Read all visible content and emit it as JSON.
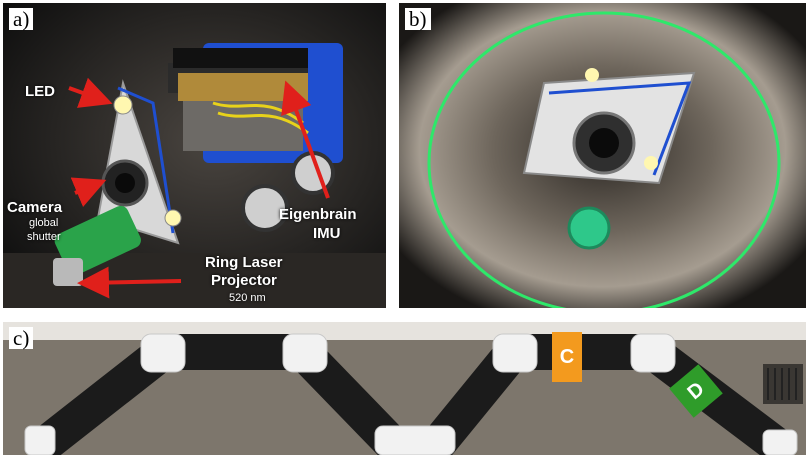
{
  "panels": {
    "a": {
      "label": "a)",
      "callouts": {
        "led": "LED",
        "camera": "Camera",
        "camera_sub1": "global",
        "camera_sub2": "shutter",
        "imu_line1": "Eigenbrain",
        "imu_line2": "IMU",
        "laser_line1": "Ring Laser",
        "laser_line2": "Projector",
        "laser_sub": "520 nm"
      }
    },
    "b": {
      "label": "b)"
    },
    "c": {
      "label": "c)",
      "tags": {
        "c": "C",
        "d": "D"
      }
    }
  },
  "colors": {
    "arrow_red": "#e0201b",
    "laser_green": "#2ee86a",
    "robot_blue": "#1f4fd0",
    "tag_c": "#f39a1e",
    "tag_d": "#2f9c2a"
  }
}
